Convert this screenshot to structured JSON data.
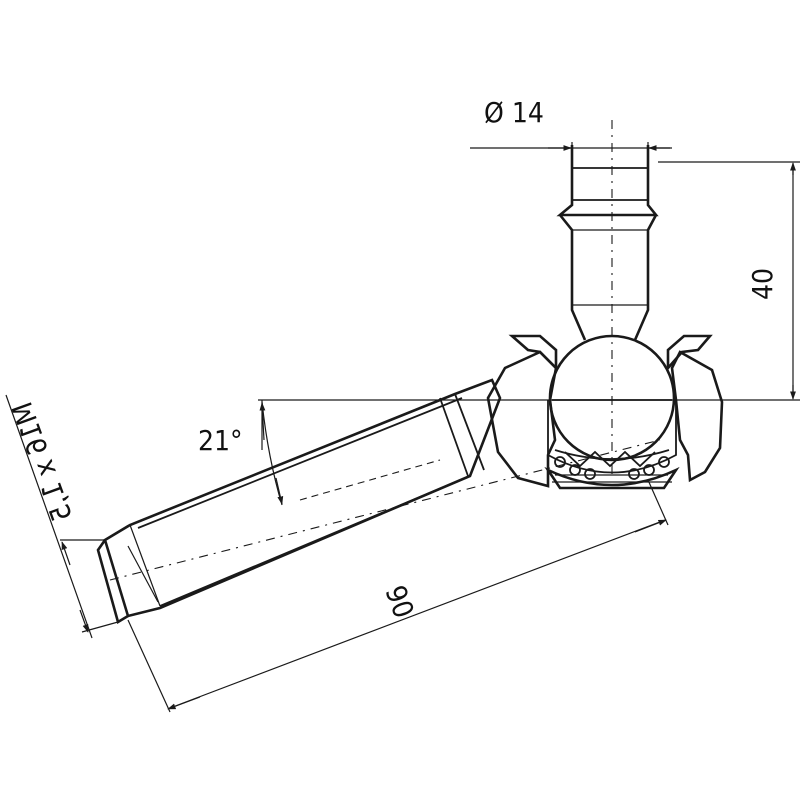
{
  "drawing": {
    "dimensions": {
      "pin_diameter": "Ø 14",
      "pin_height": "40",
      "thread": "M16 x 1,5",
      "angle": "21°",
      "length": "90"
    },
    "colors": {
      "line": "#1a1a1a",
      "background": "#ffffff"
    }
  }
}
